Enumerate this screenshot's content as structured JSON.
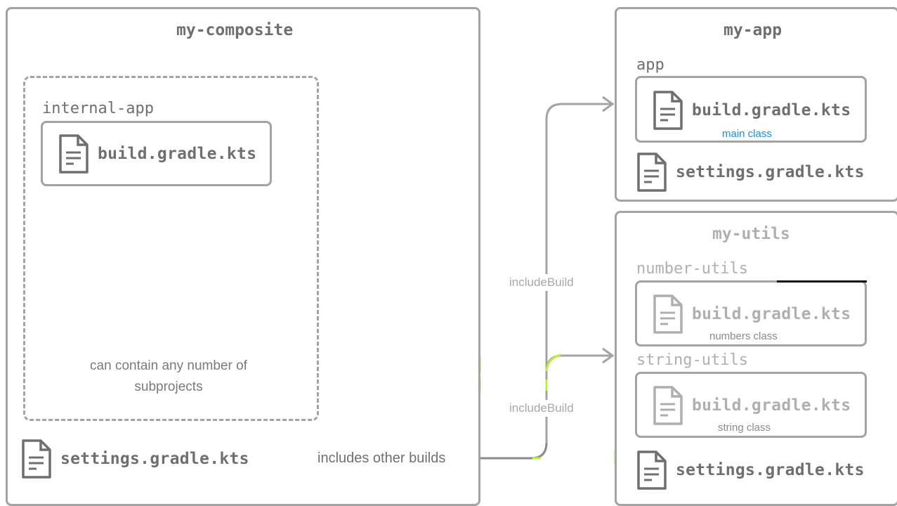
{
  "composite": {
    "title": "my-composite",
    "internal_app": {
      "label": "internal-app",
      "file": "build.gradle.kts"
    },
    "note": [
      "can contain any number of",
      "subprojects"
    ],
    "settings_file": "settings.gradle.kts",
    "includes_label": "includes other builds"
  },
  "app_build": {
    "title": "my-app",
    "subproject": {
      "label": "app",
      "file": "build.gradle.kts",
      "caption": "main class"
    },
    "settings_file": "settings.gradle.kts"
  },
  "utils_build": {
    "title": "my-utils",
    "number_utils": {
      "label": "number-utils",
      "file": "build.gradle.kts",
      "caption": "numbers class"
    },
    "string_utils": {
      "label": "string-utils",
      "file": "build.gradle.kts",
      "caption": "string class"
    },
    "settings_file": "settings.gradle.kts"
  },
  "connectors": {
    "top_label": "includeBuild",
    "bottom_label": "includeBuild"
  },
  "colors": {
    "border": "#a3a3a3",
    "text": "#6f6f6f",
    "accent_blue": "#1a8fe3",
    "highlight_green": "#b8f33a"
  },
  "icons": {
    "file": "document-icon",
    "arrow": "arrow-left-icon"
  }
}
